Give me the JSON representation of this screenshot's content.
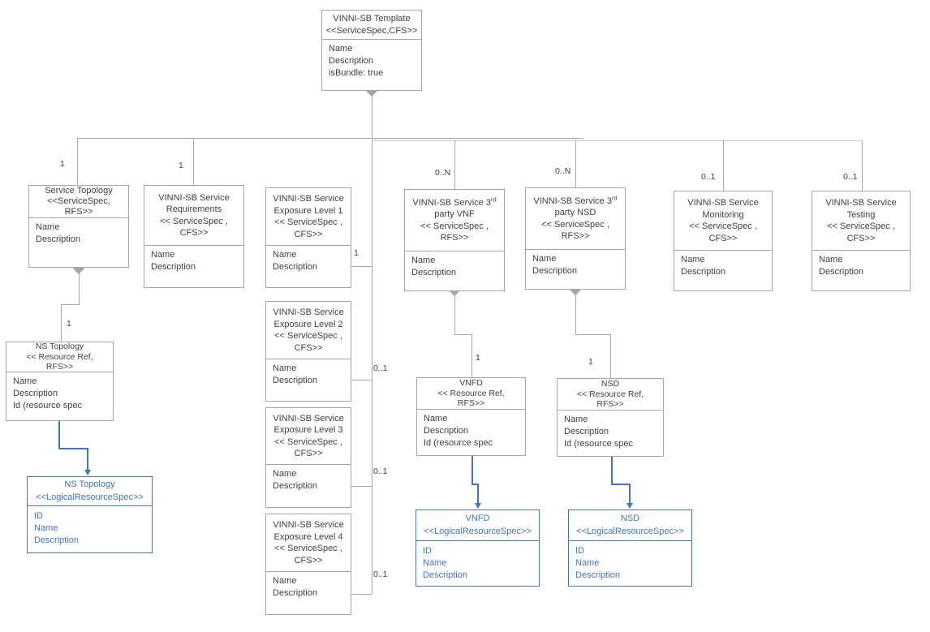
{
  "colors": {
    "box_border_gray": "#a6a6a6",
    "line_gray": "#a8a8a8",
    "line_light_gray": "#c9c9c9",
    "text_dark_gray": "#3f3f3f",
    "accent_blue": "#4472c4",
    "background": "#ffffff"
  },
  "boxes": {
    "template": {
      "name": "VINNI-SB Template",
      "stereotype": "<<ServiceSpec,CFS>>",
      "attributes": [
        "Name",
        "Description",
        "isBundle: true"
      ]
    },
    "service_topology": {
      "name": "Service Topology",
      "stereotype": "<<ServiceSpec,\nRFS>>",
      "attributes": [
        "Name",
        "Description"
      ]
    },
    "requirements": {
      "name": "VINNI-SB Service\nRequirements",
      "stereotype": "<< ServiceSpec ,\nCFS>>",
      "attributes": [
        "Name",
        "Description"
      ]
    },
    "exposure1": {
      "name": "VINNI-SB Service\nExposure Level 1",
      "stereotype": "<< ServiceSpec ,\nCFS>>",
      "attributes": [
        "Name",
        "Description"
      ]
    },
    "exposure2": {
      "name": "VINNI-SB Service\nExposure Level 2",
      "stereotype": "<< ServiceSpec ,\nCFS>>",
      "attributes": [
        "Name",
        "Description"
      ]
    },
    "exposure3": {
      "name": "VINNI-SB Service\nExposure Level 3",
      "stereotype": "<< ServiceSpec ,\nCFS>>",
      "attributes": [
        "Name",
        "Description"
      ]
    },
    "exposure4": {
      "name": "VINNI-SB Service\nExposure Level 4",
      "stereotype": "<< ServiceSpec ,\nCFS>>",
      "attributes": [
        "Name",
        "Description"
      ]
    },
    "vnf3": {
      "name_line1": "VINNI-SB Service 3",
      "name_sup": "rd",
      "name_line2": "party VNF",
      "stereotype": "<< ServiceSpec ,\nRFS>>",
      "attributes": [
        "Name",
        "Description"
      ]
    },
    "nsd3": {
      "name_line1": "VINNI-SB Service 3",
      "name_sup": "rd",
      "name_line2": "party NSD",
      "stereotype": "<< ServiceSpec ,\nRFS>>",
      "attributes": [
        "Name",
        "Description"
      ]
    },
    "monitoring": {
      "name": "VINNI-SB Service\nMonitoring",
      "stereotype": "<< ServiceSpec ,\nCFS>>",
      "attributes": [
        "Name",
        "Description"
      ]
    },
    "testing": {
      "name": "VINNI-SB Service\nTesting",
      "stereotype": "<< ServiceSpec ,\nCFS>>",
      "attributes": [
        "Name",
        "Description"
      ]
    },
    "ns_topology_ref": {
      "name": "NS Topology",
      "stereotype": "<< Resource Ref,\nRFS>>",
      "attributes": [
        "Name",
        "Description",
        "Id (resource spec"
      ]
    },
    "vnfd_ref": {
      "name": "VNFD",
      "stereotype": "<< Resource Ref,\nRFS>>",
      "attributes": [
        "Name",
        "Description",
        "Id (resource spec"
      ]
    },
    "nsd_ref": {
      "name": "NSD",
      "stereotype": "<< Resource Ref,\nRFS>>",
      "attributes": [
        "Name",
        "Description",
        "Id (resource spec"
      ]
    },
    "ns_topology_spec": {
      "name": "NS Topology",
      "stereotype": "<<LogicalResourceSpec>>",
      "attributes": [
        "ID",
        "Name",
        "Description"
      ]
    },
    "vnfd_spec": {
      "name": "VNFD",
      "stereotype": "<<LogicalResourceSpec>>",
      "attributes": [
        "ID",
        "Name",
        "Description"
      ]
    },
    "nsd_spec": {
      "name": "NSD",
      "stereotype": "<<LogicalResourceSpec>>",
      "attributes": [
        "ID",
        "Name",
        "Description"
      ]
    }
  },
  "multiplicities": {
    "service_topology": "1",
    "requirements": "1",
    "exposure1": "1",
    "exposure2": "0..1",
    "exposure3": "0..1",
    "exposure4": "0..1",
    "vnf3": "0..N",
    "nsd3": "0..N",
    "monitoring": "0..1",
    "testing": "0..1",
    "ns_topology_ref": "1",
    "vnfd_ref": "1",
    "nsd_ref": "1"
  }
}
